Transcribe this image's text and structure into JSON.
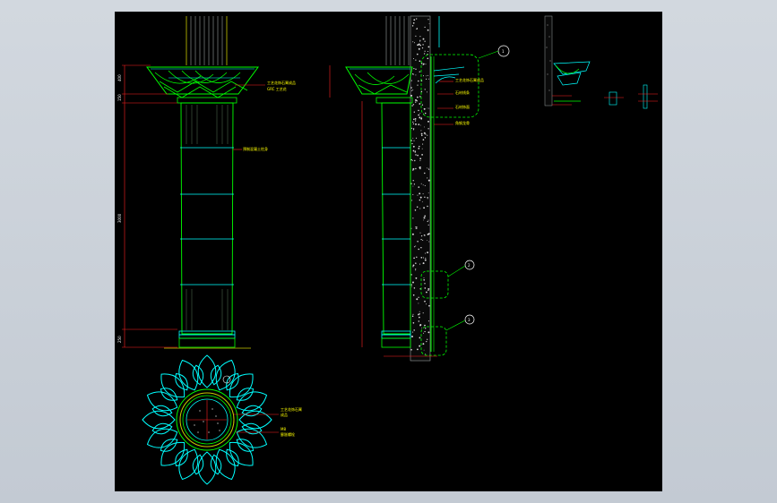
{
  "viewport": {
    "background": "#000000",
    "frame_color": "#c6cdd6"
  },
  "colors": {
    "green": "#00ff00",
    "cyan": "#00ffff",
    "yellow": "#ffff00",
    "red": "#ff2020",
    "white": "#ffffff",
    "olive": "#c8c800"
  },
  "elevation": {
    "dimensions": [
      "400",
      "150",
      "3000",
      "250"
    ],
    "notes": [
      "工艺花饰石膏成品",
      "GRC 工艺花",
      "预制混凝土柱身"
    ]
  },
  "section": {
    "callouts": [
      "1",
      "2",
      "3"
    ],
    "notes": [
      "工艺花饰石膏成品",
      "石材线条",
      "石材饰面",
      "角钢龙骨"
    ]
  },
  "plan": {
    "notes": [
      "工艺花饰石膏",
      "成品",
      "M8",
      "膨胀螺栓"
    ]
  }
}
